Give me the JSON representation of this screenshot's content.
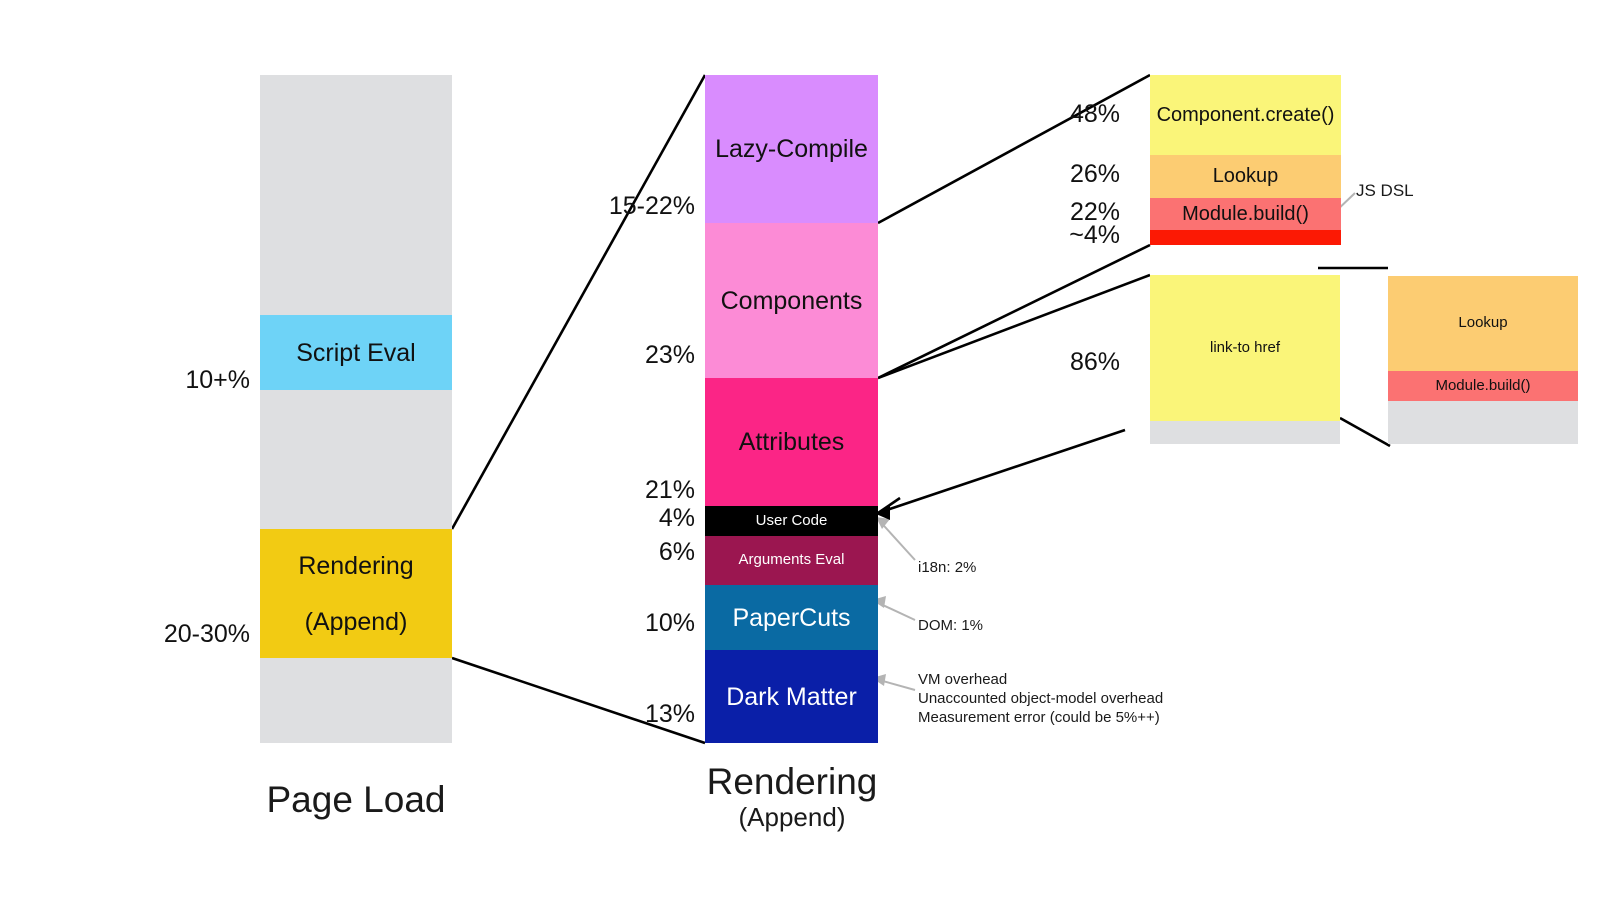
{
  "figure": {
    "title": "Page Load and Rendering (Append) cost breakdown",
    "background": "#ffffff"
  },
  "chart_data": {
    "type": "bar",
    "title": "Page Load and Rendering (Append) cost breakdown",
    "orientation": "vertical-stacked",
    "panels": [
      {
        "name": "page-load",
        "caption": "Page Load",
        "caption_sub": "",
        "categories": [
          "Script Eval",
          "Rendering (Append)"
        ],
        "values": [
          10,
          25
        ],
        "value_labels": [
          "10+%",
          "20-30%"
        ],
        "colors": [
          "#6ED3F7",
          "#F2CB13"
        ],
        "track_color": "#DEDFE1"
      },
      {
        "name": "rendering-append",
        "caption": "Rendering",
        "caption_sub": "(Append)",
        "categories": [
          "Lazy-Compile",
          "Components",
          "Attributes",
          "User Code",
          "Arguments Eval",
          "PaperCuts",
          "Dark Matter"
        ],
        "values": [
          18.5,
          23,
          21,
          4,
          6,
          10,
          13
        ],
        "value_labels": [
          "15-22%",
          "23%",
          "21%",
          "4%",
          "6%",
          "10%",
          "13%"
        ],
        "colors": [
          "#D98CFE",
          "#FC8BD6",
          "#FB2586",
          "#000000",
          "#9B1650",
          "#0A6AA3",
          "#0A1FA8"
        ]
      },
      {
        "name": "components-breakdown",
        "caption": "",
        "categories": [
          "Component.create()",
          "Lookup",
          "Module.build()",
          "JS DSL"
        ],
        "values": [
          48,
          26,
          22,
          4
        ],
        "value_labels": [
          "48%",
          "26%",
          "22%",
          "~4%"
        ],
        "colors": [
          "#FAF579",
          "#FCCC72",
          "#FB7272",
          "#FC1904"
        ]
      },
      {
        "name": "attributes-breakdown",
        "caption": "",
        "categories": [
          "link-to href"
        ],
        "values": [
          86
        ],
        "value_labels": [
          "86%"
        ],
        "colors": [
          "#FAF579"
        ],
        "track_color": "#DEDFE1"
      },
      {
        "name": "attributes-sub-breakdown",
        "caption": "",
        "categories": [
          "Lookup",
          "Module.build()"
        ],
        "values": [
          56,
          18
        ],
        "value_labels": [
          "",
          ""
        ],
        "colors": [
          "#FCCC72",
          "#FB7272"
        ],
        "track_color": "#DEDFE1"
      }
    ],
    "annotations": [
      "JS DSL",
      "i18n: 2%",
      "DOM: 1%",
      "VM overhead\nUnaccounted object-model overhead\nMeasurement error (could be 5%++)"
    ]
  },
  "page_load": {
    "caption": "Page Load",
    "script_eval": {
      "label": "Script Eval",
      "pct": "10+%",
      "color": "#6ED3F7"
    },
    "rendering": {
      "label_line1": "Rendering",
      "label_line2": "(Append)",
      "pct": "20-30%",
      "color": "#F2CB13"
    }
  },
  "rendering": {
    "caption": "Rendering",
    "caption_sub": "(Append)",
    "segments": [
      {
        "label": "Lazy-Compile",
        "pct": "15-22%",
        "color": "#D98CFE"
      },
      {
        "label": "Components",
        "pct": "23%",
        "color": "#FC8BD6"
      },
      {
        "label": "Attributes",
        "pct": "21%",
        "color": "#FB2586"
      },
      {
        "label": "User Code",
        "pct": "4%",
        "color": "#000000"
      },
      {
        "label": "Arguments Eval",
        "pct": "6%",
        "color": "#9B1650"
      },
      {
        "label": "PaperCuts",
        "pct": "10%",
        "color": "#0A6AA3"
      },
      {
        "label": "Dark Matter",
        "pct": "13%",
        "color": "#0A1FA8"
      }
    ]
  },
  "components_detail": {
    "segments": [
      {
        "label": "Component.create()",
        "pct": "48%",
        "color": "#FAF579"
      },
      {
        "label": "Lookup",
        "pct": "26%",
        "color": "#FCCC72"
      },
      {
        "label": "Module.build()",
        "pct": "22%",
        "color": "#FB7272"
      },
      {
        "label": "",
        "pct": "~4%",
        "color": "#FC1904"
      }
    ],
    "callout": "JS DSL"
  },
  "attributes_detail": {
    "pct": "86%",
    "segments": [
      {
        "label": "link-to href",
        "color": "#FAF579"
      }
    ],
    "sub_segments": [
      {
        "label": "Lookup",
        "color": "#FCCC72"
      },
      {
        "label": "Module.build()",
        "color": "#FB7272"
      }
    ]
  },
  "notes": {
    "i18n": "i18n: 2%",
    "dom": "DOM: 1%",
    "dark_matter": "VM overhead\nUnaccounted object-model overhead\nMeasurement error (could be 5%++)"
  }
}
